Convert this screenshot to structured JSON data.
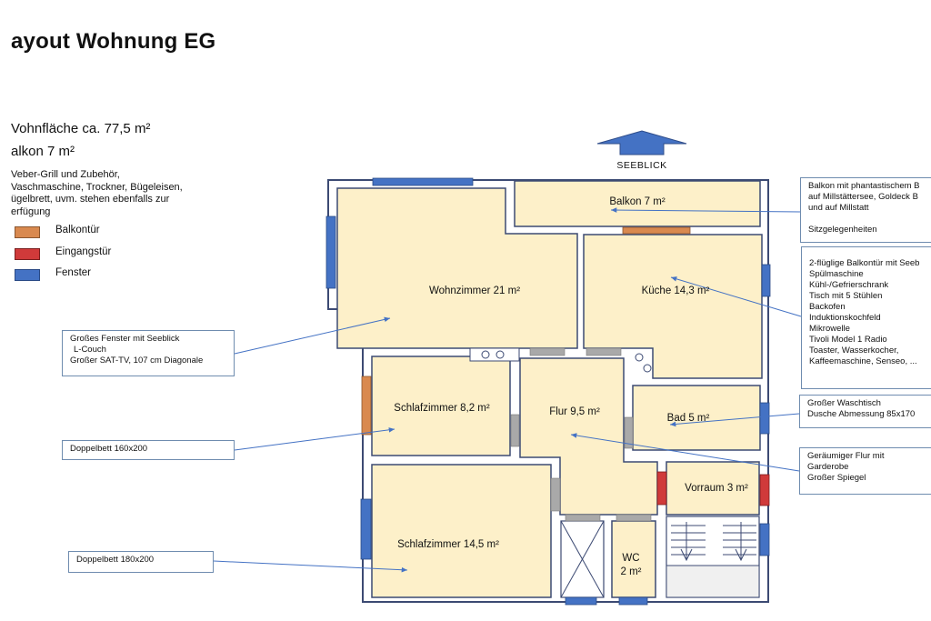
{
  "title": "ayout Wohnung EG",
  "living_area": "Vohnfläche ca. 77,5 m²",
  "balcony_area": "alkon 7 m²",
  "extras_note": [
    "Veber-Grill und Zubehör,",
    "Vaschmaschine, Trockner, Bügeleisen,",
    "ügelbrett, uvm. stehen ebenfalls zur",
    "erfügung"
  ],
  "legend": [
    {
      "label": "Balkontür",
      "color": "#d9894f"
    },
    {
      "label": "Eingangstür",
      "color": "#d03a3a"
    },
    {
      "label": "Fenster",
      "color": "#4472c4"
    }
  ],
  "direction_label": "SEEBLICK",
  "rooms": {
    "balkon": "Balkon 7 m²",
    "wohnzimmer": "Wohnzimmer 21 m²",
    "kueche": "Küche 14,3 m²",
    "schlafzimmer1": "Schlafzimmer 8,2 m²",
    "flur": "Flur 9,5 m²",
    "bad": "Bad 5 m²",
    "vorraum": "Vorraum 3 m²",
    "schlafzimmer2": "Schlafzimmer 14,5 m²",
    "wc_line1": "WC",
    "wc_line2": "2 m²"
  },
  "notes": {
    "balcony": [
      "Balkon mit phantastischem B",
      "auf Millstättersee, Goldeck B",
      "und auf Millstatt",
      "",
      "Sitzgelegenheiten"
    ],
    "kitchen": [
      "2-flüglige Balkontür mit Seeb",
      "Spülmaschine",
      "Kühl-/Gefrierschrank",
      "Tisch mit 5 Stühlen",
      "Backofen",
      "Induktionskochfeld",
      "Mikrowelle",
      "Tivoli Model 1 Radio",
      "Toaster, Wasserkocher,",
      "Kaffeemaschine, Senseo, ..."
    ],
    "living": [
      "Großes Fenster mit Seeblick",
      "L-Couch",
      "Großer SAT-TV,  107 cm Diagonale"
    ],
    "bedroom1": [
      "Doppelbett 160x200"
    ],
    "bath": [
      "Großer Waschtisch",
      "Dusche Abmessung 85x170"
    ],
    "hall": [
      "Geräumiger Flur mit",
      "Garderobe",
      "Großer Spiegel"
    ],
    "bedroom2": [
      "Doppelbett 180x200"
    ]
  },
  "colors": {
    "room_fill": "#fdf0c9",
    "wall": "#3c4a73",
    "window": "#4472c4",
    "balcony_door": "#d9894f",
    "entrance_door": "#d03a3a",
    "door_gap": "#a9a9a9",
    "arrow": "#4472c4"
  }
}
